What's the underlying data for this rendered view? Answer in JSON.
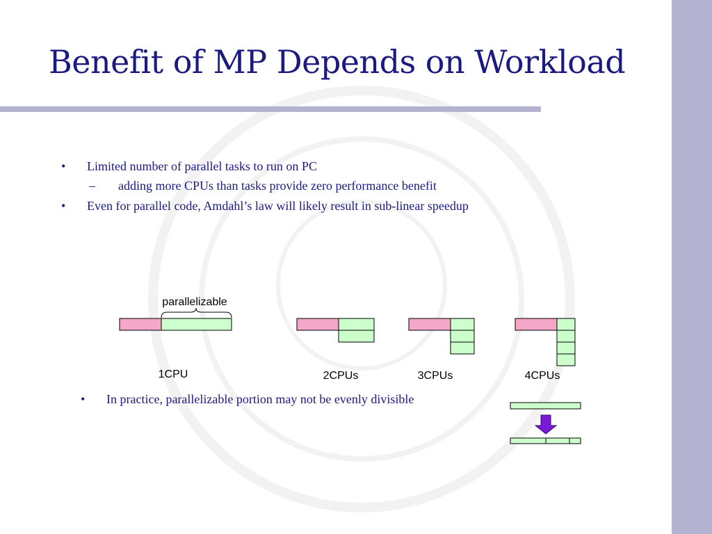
{
  "slide": {
    "title": "Benefit of MP Depends on Workload",
    "bullets": [
      {
        "marker": "•",
        "text": "Limited number of parallel tasks to run on PC"
      },
      {
        "marker": "–",
        "text": "adding more CPUs than tasks provide zero performance benefit"
      },
      {
        "marker": "•",
        "text": "Even for parallel code, Amdahl’s law will likely result in sub-linear speedup"
      }
    ],
    "note": {
      "marker": "•",
      "text": "In practice, parallelizable portion may not be evenly divisible"
    }
  },
  "diagram": {
    "brace_label": "parallelizable",
    "configs": [
      {
        "label": "1CPU",
        "cpus": 1
      },
      {
        "label": "2CPUs",
        "cpus": 2
      },
      {
        "label": "3CPUs",
        "cpus": 3
      },
      {
        "label": "4CPUs",
        "cpus": 4
      }
    ],
    "colors": {
      "serial": "#f4a7c8",
      "parallel": "#ccffcc",
      "arrow": "#7a1ad9",
      "title": "#1a1a80",
      "band": "#b3b3d1"
    }
  }
}
